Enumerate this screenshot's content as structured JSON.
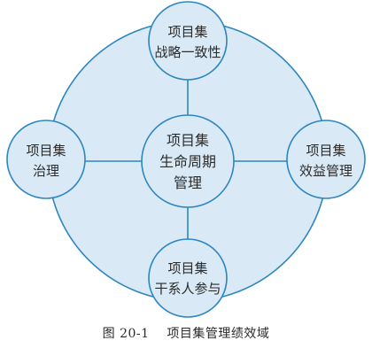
{
  "colors": {
    "fill": "#d9eaf6",
    "stroke": "#2e86c1",
    "connector": "#2e86c1",
    "text": "#2b2b2b"
  },
  "center": {
    "lines": [
      "项目集",
      "生命周期",
      "管理"
    ]
  },
  "nodes": {
    "top": {
      "lines": [
        "项目集",
        "战略一致性"
      ]
    },
    "left": {
      "lines": [
        "项目集",
        "治理"
      ]
    },
    "right": {
      "lines": [
        "项目集",
        "效益管理"
      ]
    },
    "bottom": {
      "lines": [
        "项目集",
        "干系人参与"
      ]
    }
  },
  "caption": {
    "figure_number": "图 20-1",
    "title": "项目集管理绩效域"
  }
}
